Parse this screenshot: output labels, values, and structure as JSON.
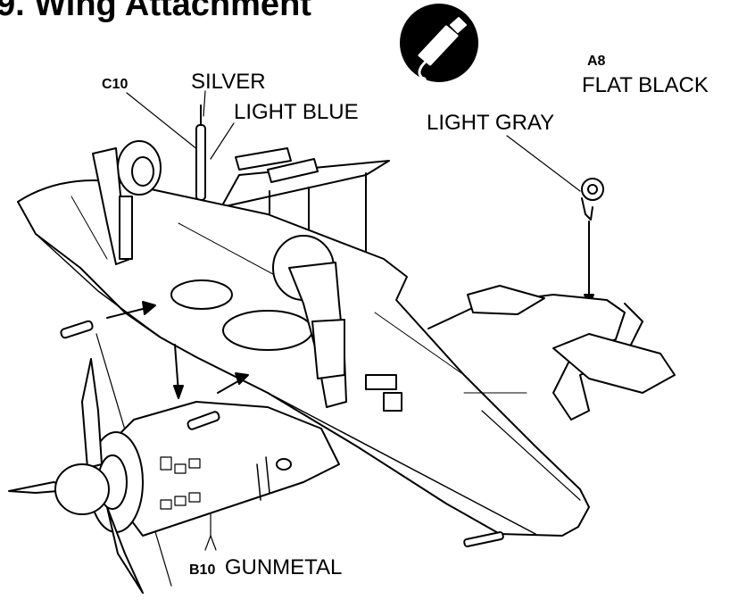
{
  "step": {
    "title": "9. Wing Attachment"
  },
  "icon": {
    "name": "paint-bottle-icon"
  },
  "colors": {
    "line": "#000000",
    "background": "#ffffff"
  },
  "callouts": {
    "c10": {
      "part": "C10"
    },
    "silver": {
      "text": "SILVER"
    },
    "light_blue": {
      "text": "LIGHT BLUE"
    },
    "light_gray": {
      "text": "LIGHT GRAY"
    },
    "a8": {
      "part": "A8",
      "color": "FLAT BLACK"
    },
    "b10": {
      "part": "B10",
      "color": "GUNMETAL"
    }
  }
}
